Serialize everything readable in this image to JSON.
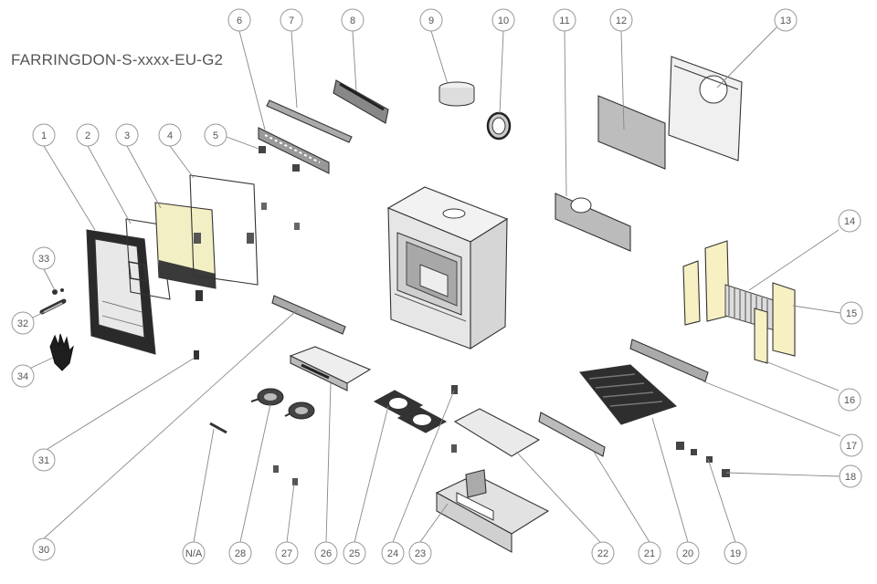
{
  "title": "FARRINGDON-S-xxxx-EU-G2",
  "labels": {
    "l1": "1",
    "l2": "2",
    "l3": "3",
    "l4": "4",
    "l5": "5",
    "l6": "6",
    "l7": "7",
    "l8": "8",
    "l9": "9",
    "l10": "10",
    "l11": "11",
    "l12": "12",
    "l13": "13",
    "l14": "14",
    "l15": "15",
    "l16": "16",
    "l17": "17",
    "l18": "18",
    "l19": "19",
    "l20": "20",
    "l21": "21",
    "l22": "22",
    "l23": "23",
    "l24": "24",
    "l25": "25",
    "l26": "26",
    "l27": "27",
    "l28": "28",
    "lna": "N/A",
    "l30": "30",
    "l31": "31",
    "l32": "32",
    "l33": "33",
    "l34": "34"
  },
  "colors": {
    "glass": "#f3efc4",
    "firebrick": "#f7f0c2",
    "body": "#eeeeee",
    "dark": "#2a2a2a"
  }
}
